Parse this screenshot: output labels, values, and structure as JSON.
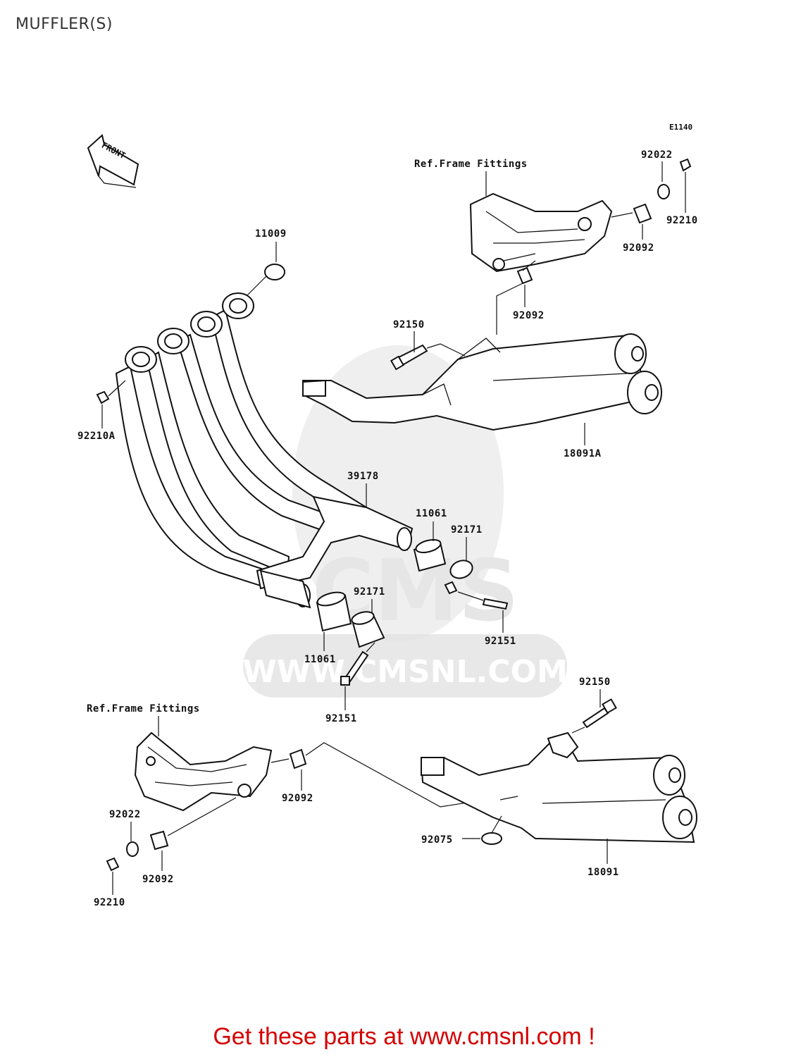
{
  "title": "MUFFLER(S)",
  "diagram_code": "E1140",
  "front_label": "FRONT",
  "watermark": {
    "logo": "CMS",
    "url": "WWW.CMSNL.COM"
  },
  "ref_labels": {
    "upper": "Ref.Frame Fittings",
    "lower": "Ref.Frame Fittings"
  },
  "parts": {
    "p92022_top": "92022",
    "p92210_top": "92210",
    "p92092_top_a": "92092",
    "p92092_top_b": "92092",
    "p11009": "11009",
    "p92150_top": "92150",
    "p92210A": "92210A",
    "p18091A": "18091A",
    "p39178": "39178",
    "p11061_right": "11061",
    "p92171_right": "92171",
    "p92171_center": "92171",
    "p92151_right": "92151",
    "p11061_left": "11061",
    "p92151_center": "92151",
    "p92150_bottom": "92150",
    "p92092_bottom_a": "92092",
    "p92022_bottom": "92022",
    "p92092_bottom_b": "92092",
    "p92075": "92075",
    "p18091": "18091",
    "p92210_bottom": "92210"
  },
  "cta": "Get these parts at www.cmsnl.com !",
  "colors": {
    "cta": "#d40000",
    "line": "#111111",
    "watermark": "#e2e2e2"
  }
}
